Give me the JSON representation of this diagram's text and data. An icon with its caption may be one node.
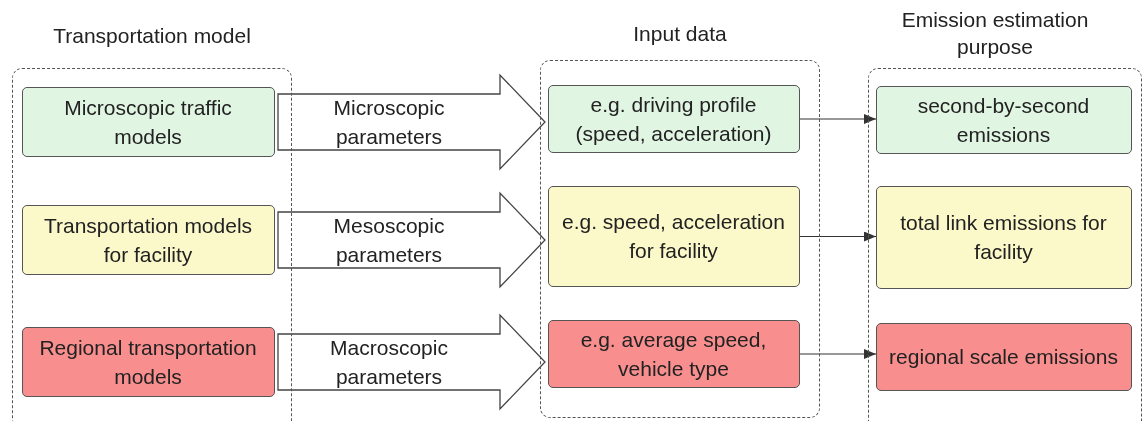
{
  "diagram": {
    "nodes": [
      {
        "text": [
          "Transportation model"
        ]
      },
      {
        "text": [
          "Microscopic traffic models"
        ],
        "in": 0
      },
      {
        "text": [
          "Transportation models for facility"
        ],
        "in": 0
      },
      {
        "text": [
          "Regional transportation models"
        ],
        "in": 0
      },
      {
        "text": [
          "Input data"
        ]
      },
      {
        "text": [
          "e.g. driving profile (speed, acceleration)"
        ],
        "in": 4
      },
      {
        "text": [
          "e.g. speed, acceleration for facility"
        ],
        "in": 4
      },
      {
        "text": [
          "e.g. average speed, vehicle type"
        ],
        "in": 4
      },
      {
        "text": [
          "Emission estimation purpose"
        ]
      },
      {
        "text": [
          "second-by-second emissions"
        ],
        "in": 8
      },
      {
        "text": [
          "total link emissions for facility"
        ],
        "in": 8
      },
      {
        "text": [
          "regional scale emissions"
        ],
        "in": 8
      }
    ],
    "edges": [
      {
        "from": 1,
        "to": 5,
        "arrow": "to",
        "label": "Microscopic parameters"
      },
      {
        "from": 2,
        "to": 6,
        "arrow": "to",
        "label": "Mesoscopic parameters"
      },
      {
        "from": 3,
        "to": 7,
        "arrow": "to",
        "label": "Macroscopic parameters"
      },
      {
        "from": 5,
        "to": 9,
        "arrow": "to"
      },
      {
        "from": 6,
        "to": 10,
        "arrow": "to"
      },
      {
        "from": 7,
        "to": 11,
        "arrow": "to"
      }
    ]
  }
}
